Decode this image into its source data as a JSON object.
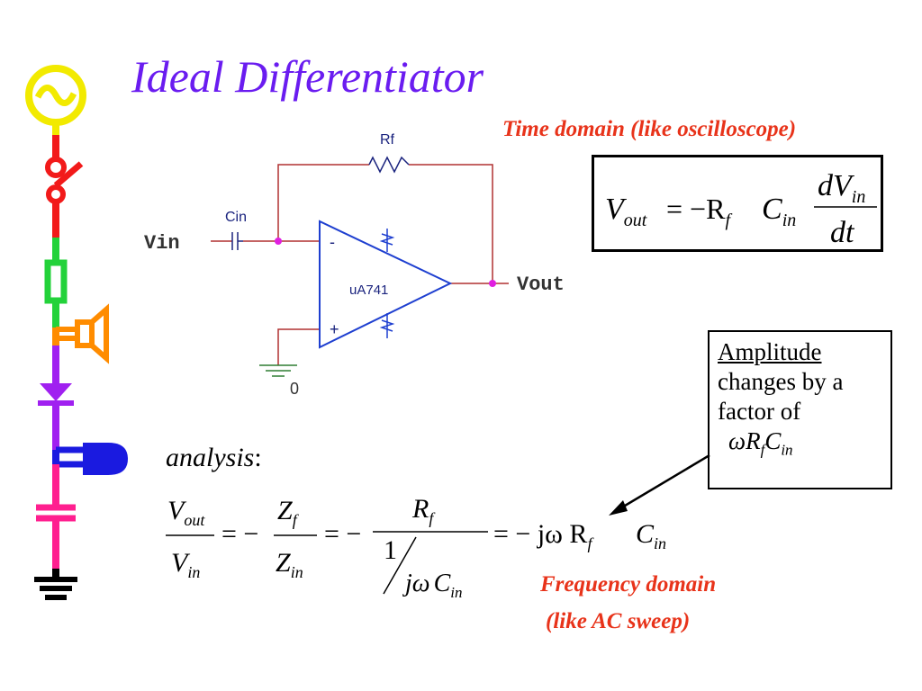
{
  "slide": {
    "title": "Ideal Differentiator",
    "time_domain_note": "Time domain (like oscilloscope)",
    "frequency_domain_line1": "Frequency domain",
    "frequency_domain_line2": "(like AC sweep)",
    "analysis_label": "analysis",
    "analysis_colon": ":"
  },
  "schematic": {
    "rf_label": "Rf",
    "cin_label": "Cin",
    "vin_label": "Vin",
    "vout_label": "Vout",
    "opamp_label": "uA741",
    "minus_sign": "-",
    "plus_sign": "+",
    "ground_label": "0"
  },
  "time_equation": {
    "lhs": "V",
    "lhs_sub": "out",
    "equals_minus": "= −R",
    "rf_sub": "f",
    "c": "C",
    "c_sub": "in",
    "num": "dV",
    "num_sub": "in",
    "den": "dt"
  },
  "amplitude_box": {
    "line1": "Amplitude",
    "line2": "changes by a",
    "line3": "factor of",
    "factor_omega": "ω",
    "factor_r": "R",
    "factor_r_sub": "f",
    "factor_c": "C",
    "factor_c_sub": "in"
  },
  "freq_equation": {
    "v": "V",
    "out": "out",
    "in": "in",
    "z": "Z",
    "f": "f",
    "r": "R",
    "one": "1",
    "j": "j",
    "omega": "ω",
    "c": "C",
    "equals_minus": "= −",
    "result_prefix": "= − jω R"
  },
  "colors": {
    "title": "#6a1cf0",
    "notes": "#e8331a",
    "wire": "#b03030",
    "opamp": "#1e3fd0",
    "node": "#e020e0"
  }
}
